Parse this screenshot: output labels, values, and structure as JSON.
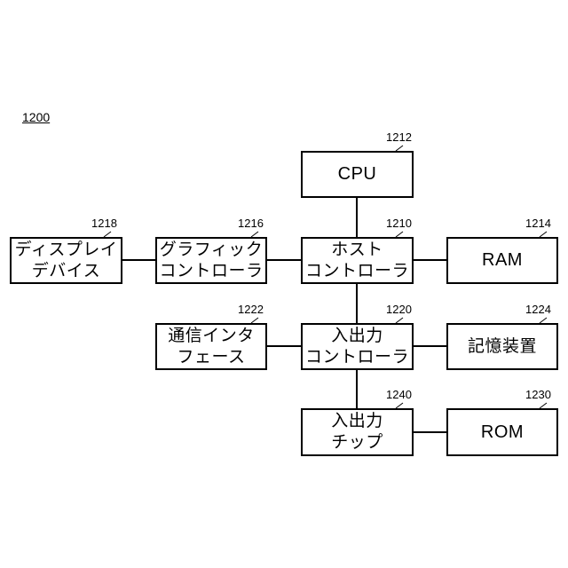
{
  "figure_label": "1200",
  "blocks": {
    "cpu": {
      "ref": "1212",
      "lines": [
        "CPU"
      ]
    },
    "host_controller": {
      "ref": "1210",
      "lines": [
        "ホスト",
        "コントローラ"
      ]
    },
    "ram": {
      "ref": "1214",
      "lines": [
        "RAM"
      ]
    },
    "graphic_controller": {
      "ref": "1216",
      "lines": [
        "グラフィック",
        "コントローラ"
      ]
    },
    "display_device": {
      "ref": "1218",
      "lines": [
        "ディスプレイ",
        "デバイス"
      ]
    },
    "io_controller": {
      "ref": "1220",
      "lines": [
        "入出力",
        "コントローラ"
      ]
    },
    "comm_interface": {
      "ref": "1222",
      "lines": [
        "通信インタ",
        "フェース"
      ]
    },
    "storage_device": {
      "ref": "1224",
      "lines": [
        "記憶装置"
      ]
    },
    "io_chip": {
      "ref": "1240",
      "lines": [
        "入出力",
        "チップ"
      ]
    },
    "rom": {
      "ref": "1230",
      "lines": [
        "ROM"
      ]
    }
  }
}
